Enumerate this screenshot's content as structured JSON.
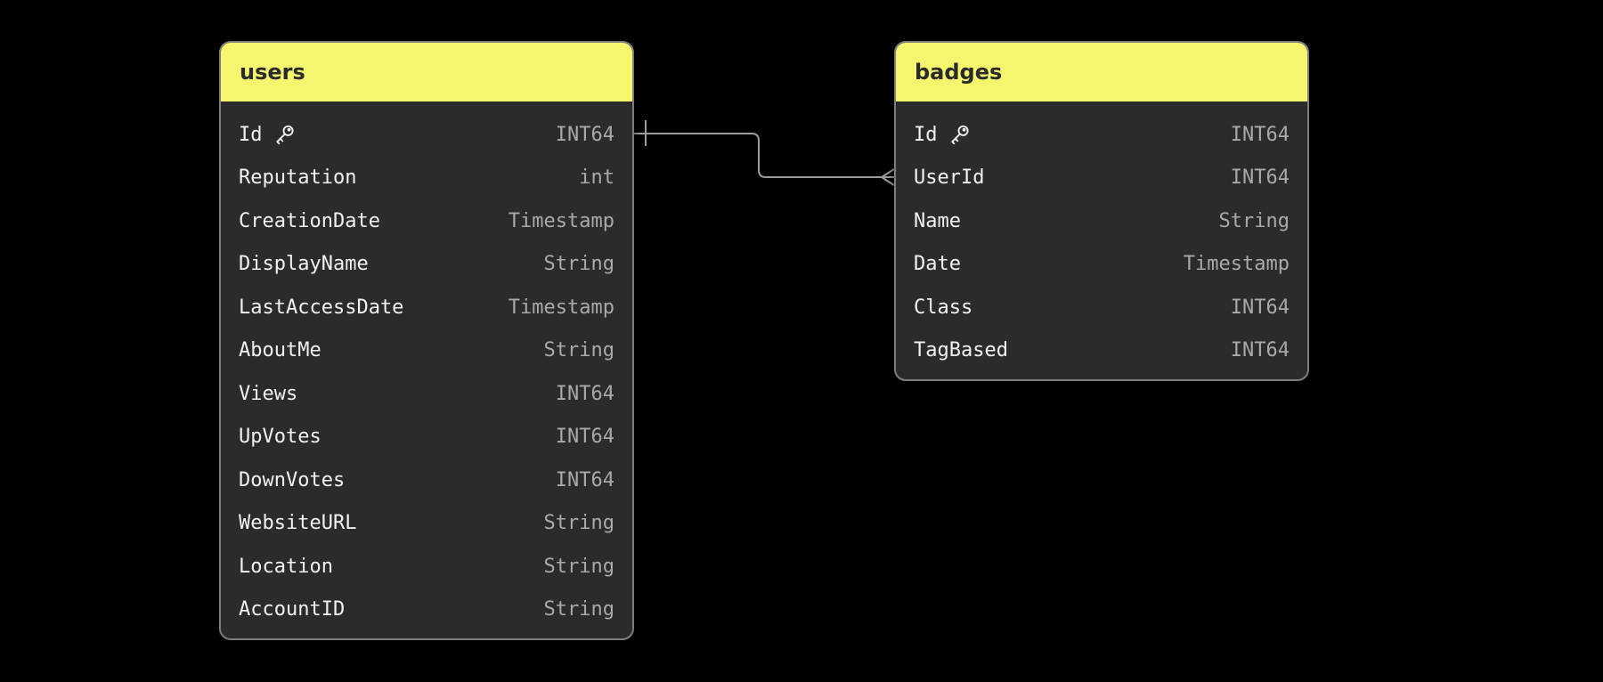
{
  "colors": {
    "canvas_bg": "#000000",
    "header_bg": "#F5F56E",
    "header_text": "#2B2B2B",
    "card_bg": "#2B2B2B",
    "card_border": "#7D7D7D",
    "field_text": "#F1F1F1",
    "type_text": "#A9A9AC",
    "connector": "#9C9C9C"
  },
  "tables": [
    {
      "name": "users",
      "fields": [
        {
          "name": "Id",
          "type": "INT64",
          "primary_key": true
        },
        {
          "name": "Reputation",
          "type": "int",
          "primary_key": false
        },
        {
          "name": "CreationDate",
          "type": "Timestamp",
          "primary_key": false
        },
        {
          "name": "DisplayName",
          "type": "String",
          "primary_key": false
        },
        {
          "name": "LastAccessDate",
          "type": "Timestamp",
          "primary_key": false
        },
        {
          "name": "AboutMe",
          "type": "String",
          "primary_key": false
        },
        {
          "name": "Views",
          "type": "INT64",
          "primary_key": false
        },
        {
          "name": "UpVotes",
          "type": "INT64",
          "primary_key": false
        },
        {
          "name": "DownVotes",
          "type": "INT64",
          "primary_key": false
        },
        {
          "name": "WebsiteURL",
          "type": "String",
          "primary_key": false
        },
        {
          "name": "Location",
          "type": "String",
          "primary_key": false
        },
        {
          "name": "AccountID",
          "type": "String",
          "primary_key": false
        }
      ]
    },
    {
      "name": "badges",
      "fields": [
        {
          "name": "Id",
          "type": "INT64",
          "primary_key": true
        },
        {
          "name": "UserId",
          "type": "INT64",
          "primary_key": false
        },
        {
          "name": "Name",
          "type": "String",
          "primary_key": false
        },
        {
          "name": "Date",
          "type": "Timestamp",
          "primary_key": false
        },
        {
          "name": "Class",
          "type": "INT64",
          "primary_key": false
        },
        {
          "name": "TagBased",
          "type": "INT64",
          "primary_key": false
        }
      ]
    }
  ],
  "relationship": {
    "from_table": "users",
    "from_field": "Id",
    "to_table": "badges",
    "to_field": "UserId",
    "from_cardinality": "one",
    "to_cardinality": "many"
  },
  "icons": {
    "primary_key": "key-icon"
  }
}
